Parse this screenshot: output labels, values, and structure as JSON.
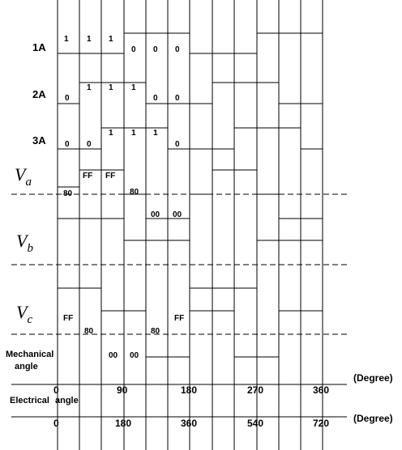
{
  "signals": {
    "a1": "1A",
    "a2": "2A",
    "a3": "3A",
    "va_letter": "V",
    "va_sub": "a",
    "vb_letter": "V",
    "vb_sub": "b",
    "vc_letter": "V",
    "vc_sub": "c"
  },
  "row_1a": [
    "1",
    "1",
    "1",
    "0",
    "0",
    "0"
  ],
  "row_2a": [
    "0",
    "1",
    "1",
    "1",
    "0",
    "0"
  ],
  "row_3a": [
    "0",
    "0",
    "1",
    "1",
    "1",
    "0"
  ],
  "va_values": [
    "80",
    "FF",
    "FF",
    "80"
  ],
  "vb_values": [
    "00",
    "00"
  ],
  "vc_values": [
    "FF",
    "80",
    "80",
    "FF"
  ],
  "mech_values": [
    "00",
    "00"
  ],
  "axis": {
    "mechanical_label_line1": "Mechanical",
    "mechanical_label_line2": "angle",
    "electrical_label_line1": "Electrical",
    "electrical_label_line2": "angle",
    "unit": "(Degree)",
    "mech_ticks": [
      "0",
      "90",
      "180",
      "270",
      "360"
    ],
    "elec_ticks": [
      "0",
      "180",
      "360",
      "540",
      "720"
    ]
  }
}
